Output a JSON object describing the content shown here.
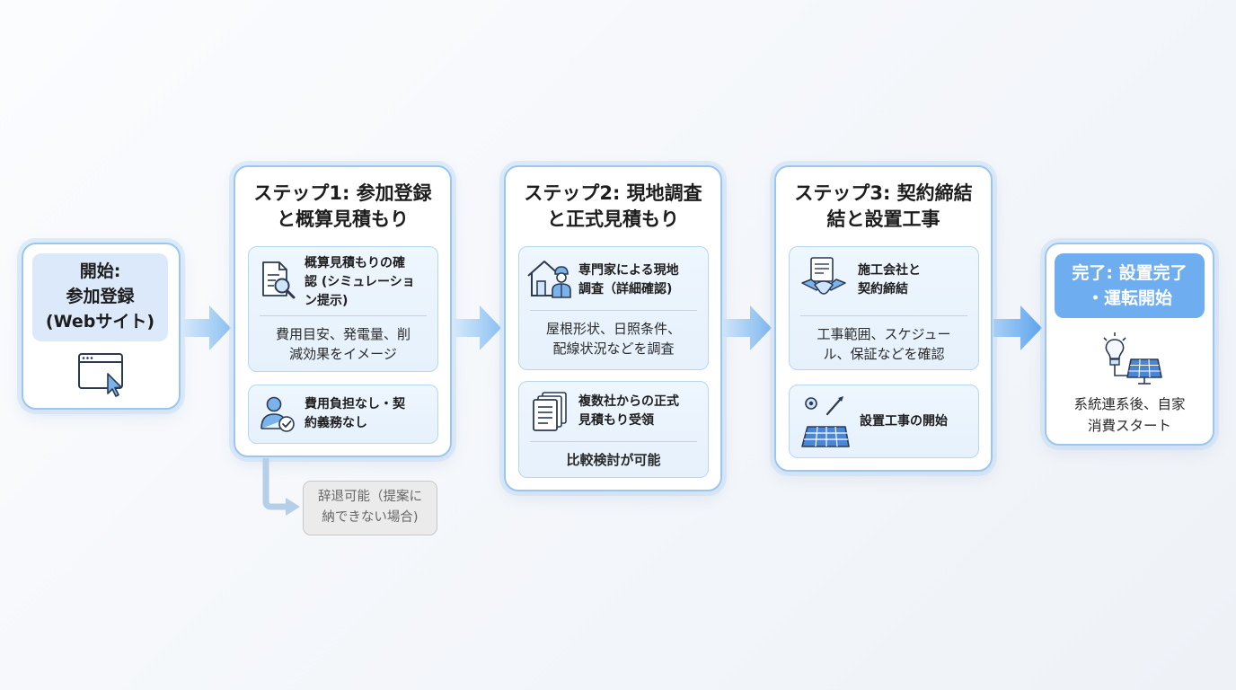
{
  "start": {
    "title": "開始:\n参加登録\n(Webサイト)",
    "icon": "browser-cursor-icon"
  },
  "step1": {
    "title": "ステップ1: 参加登録\nと概算見積もり",
    "box1": {
      "icon": "document-search-icon",
      "head": "概算見積もりの確\n認 (シミュレーショ\nン提示)",
      "body": "費用目安、発電量、削\n減効果をイメージ"
    },
    "box2": {
      "icon": "user-check-icon",
      "head": "費用負担なし・契\n約義務なし"
    },
    "withdraw": "辞退可能（提案に\n納できない場合)"
  },
  "step2": {
    "title": "ステップ2: 現地調査\nと正式見積もり",
    "box1": {
      "icon": "house-worker-icon",
      "head": "専門家による現地\n調査（詳細確認)",
      "body": "屋根形状、日照条件、\n配線状況などを調査"
    },
    "box2": {
      "icon": "documents-icon",
      "head": "複数社からの正式\n見積もり受領",
      "body": "比較検討が可能"
    }
  },
  "step3": {
    "title": "ステップ3: 契約締結\n結と設置工事",
    "box1": {
      "icon": "handshake-document-icon",
      "head": "施工会社と\n契約締結",
      "body": "工事範囲、スケジュー\nル、保証などを確認"
    },
    "box2": {
      "icon": "solar-panel-tools-icon",
      "head": "設置工事の開始"
    }
  },
  "finish": {
    "title": "完了: 設置完了\n・運転開始",
    "icon": "bulb-solar-icon",
    "body": "系統連系後、自家\n消費スタート"
  },
  "colors": {
    "border": "#9cc6ee",
    "accent": "#6eaef0",
    "sub_bg": "#e6f1fc"
  }
}
